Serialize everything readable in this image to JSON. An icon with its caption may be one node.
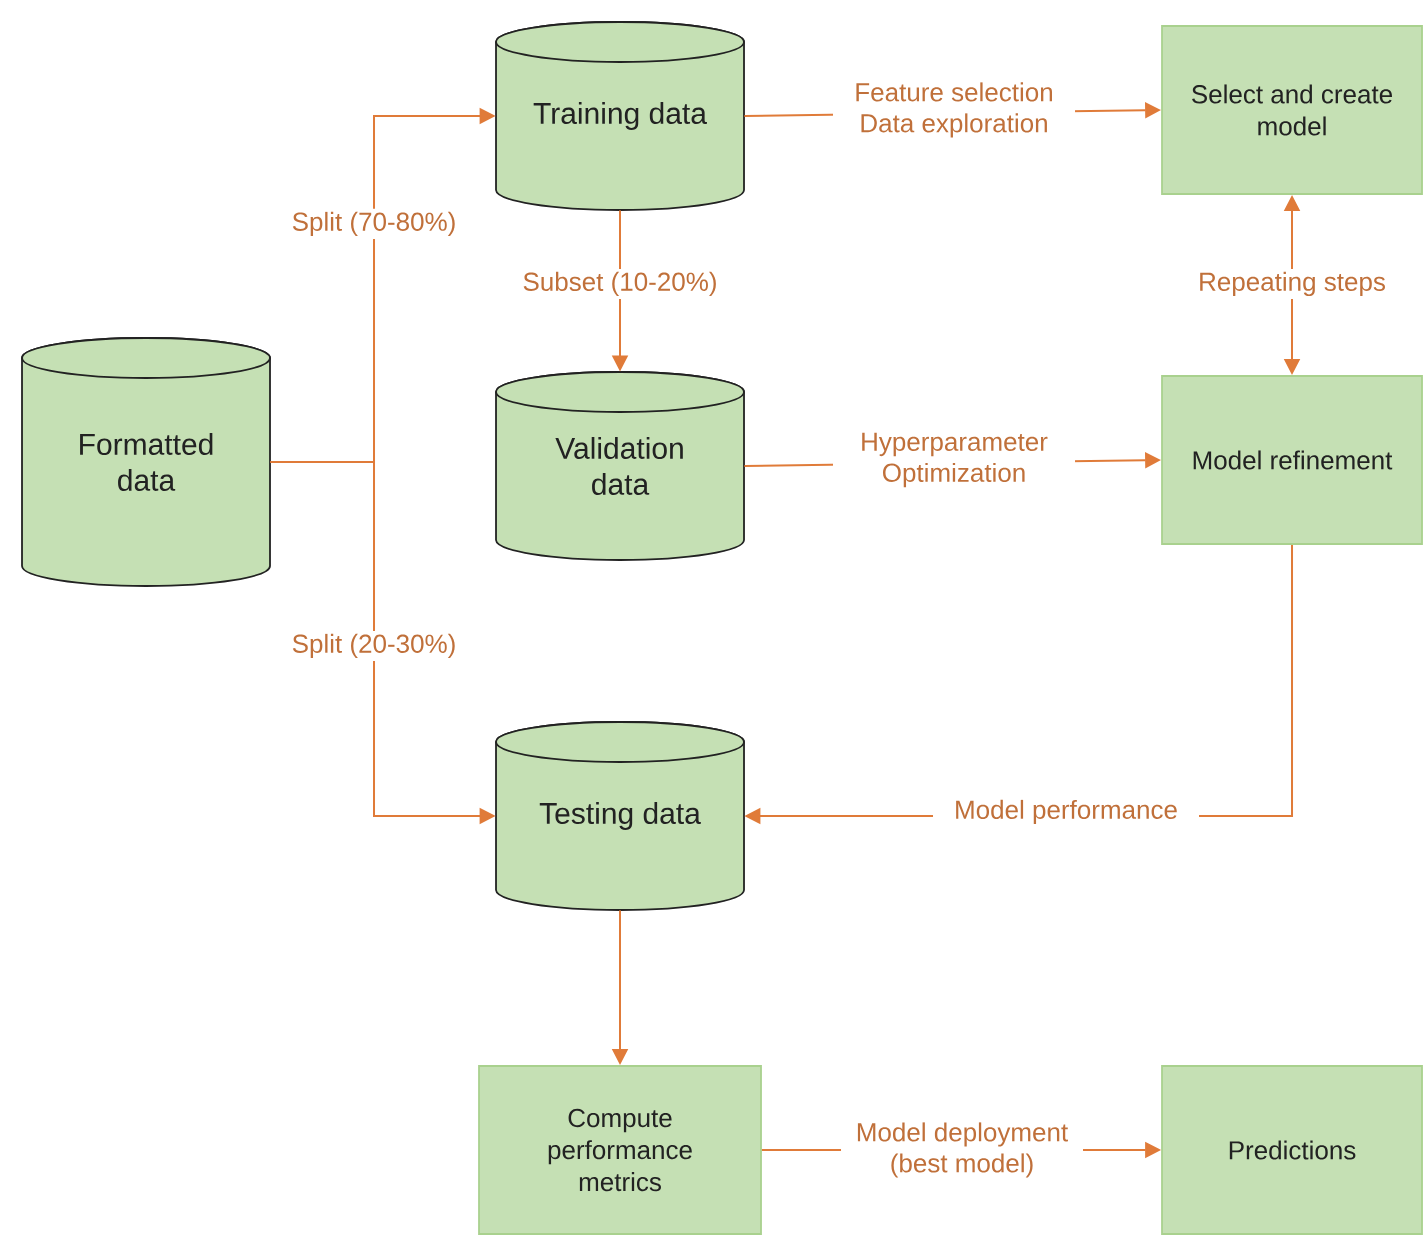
{
  "diagram": {
    "nodes": [
      {
        "text": [
          "Formatted data"
        ]
      },
      {
        "text": [
          "Training data"
        ]
      },
      {
        "text": [
          "Validation data"
        ]
      },
      {
        "text": [
          "Testing data"
        ]
      },
      {
        "text": [
          "Select and create model"
        ]
      },
      {
        "text": [
          "Model refinement"
        ]
      },
      {
        "text": [
          "Compute performance metrics"
        ]
      },
      {
        "text": [
          "Predictions"
        ]
      }
    ],
    "edges": [
      {
        "from": 0,
        "to": 1,
        "arrow": "to",
        "label": "Split (70-80%)"
      },
      {
        "from": 0,
        "to": 3,
        "arrow": "to",
        "label": "Split (20-30%)"
      },
      {
        "from": 1,
        "to": 2,
        "arrow": "to",
        "label": "Subset (10-20%)"
      },
      {
        "from": 1,
        "to": 4,
        "arrow": "to",
        "label": "Feature selection Data exploration"
      },
      {
        "from": 2,
        "to": 5,
        "arrow": "to",
        "label": "Hyperparameter Optimization"
      },
      {
        "from": 4,
        "to": 5,
        "arrow": "both",
        "label": "Repeating steps"
      },
      {
        "from": 5,
        "to": 3,
        "arrow": "to",
        "label": "Model performance"
      },
      {
        "from": 3,
        "to": 6,
        "arrow": "to"
      },
      {
        "from": 6,
        "to": 7,
        "arrow": "to",
        "label": "Model deployment (best model)"
      }
    ]
  }
}
